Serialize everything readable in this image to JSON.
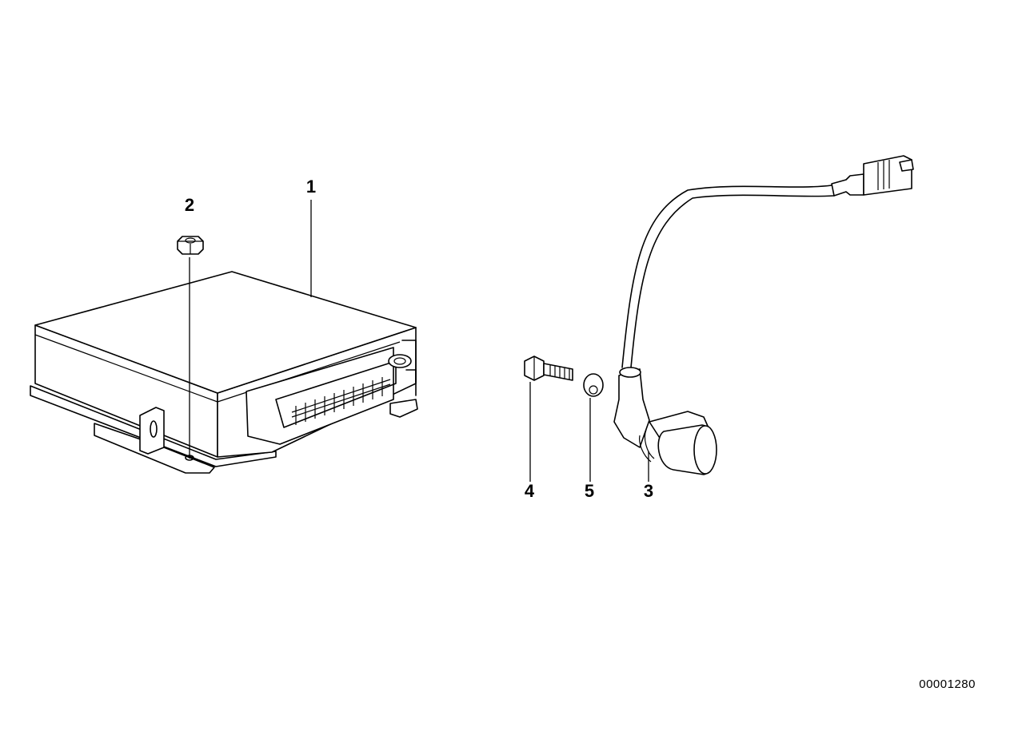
{
  "diagram": {
    "callouts": {
      "part_1": "1",
      "part_2": "2",
      "part_3": "3",
      "part_4": "4",
      "part_5": "5"
    },
    "document_number": "00001280"
  }
}
